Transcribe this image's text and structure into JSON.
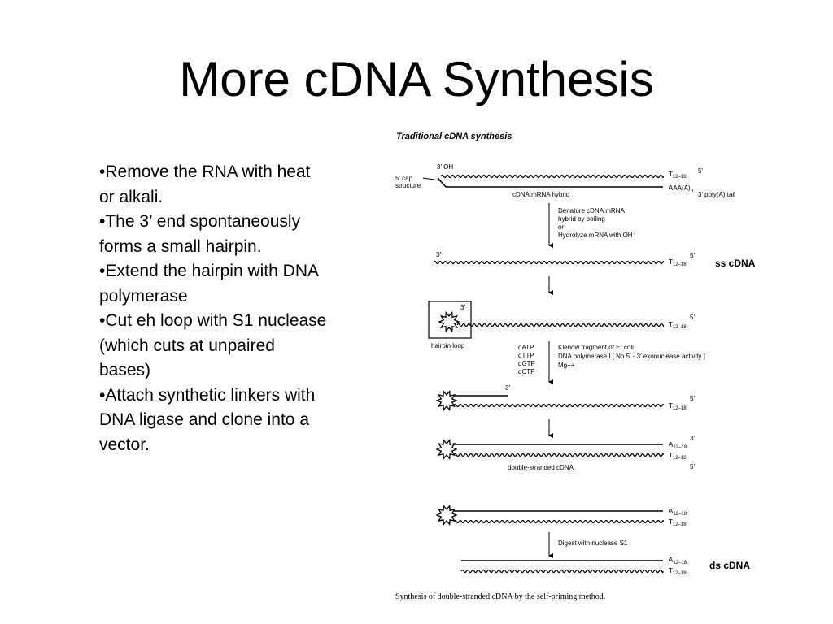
{
  "slide": {
    "title": "More cDNA Synthesis",
    "bullets": [
      "•Remove the RNA with heat or alkali.",
      "•The 3’ end spontaneously forms a small hairpin.",
      "•Extend the hairpin with DNA polymerase",
      "•Cut eh loop with S1 nuclease (which cuts at unpaired bases)",
      "•Attach synthetic linkers with DNA ligase and clone into a vector."
    ]
  },
  "figure": {
    "heading": "Traditional cDNA synthesis",
    "caption": "Synthesis of double-stranded cDNA by the self-priming method.",
    "labels": {
      "three_oh": "3′ OH",
      "cap": "5′ cap",
      "structure": "structure",
      "five_prime": "5′",
      "three_prime": "3′",
      "t_base": "T",
      "t_sub": "12–18",
      "a_base": "A",
      "a_sub": "12–18",
      "polya": "AAA(A)",
      "polya_n": "n",
      "polya_tail": "3′ poly(A) tail",
      "hybrid": "cDNA:mRNA hybrid",
      "hairpin_loop": "hairpin loop",
      "ds_cdna_label": "double-stranded cDNA",
      "ss_cdna": "ss cDNA",
      "ds_cdna": "ds cDNA"
    },
    "step1": [
      "Denature cDNA:mRNA",
      "hybrid by boiling",
      "or",
      "Hydrolyze mRNA with OH⁻"
    ],
    "step2_left": [
      "dATP",
      "dTTP",
      "dGTP",
      "dCTP"
    ],
    "step2_right": [
      "Klenow fragment of E. coli",
      "DNA polymerase I   [ No 5′ - 3′ exonuclease activity ]",
      "Mg++"
    ],
    "step3": "Digest with nuclease S1"
  }
}
